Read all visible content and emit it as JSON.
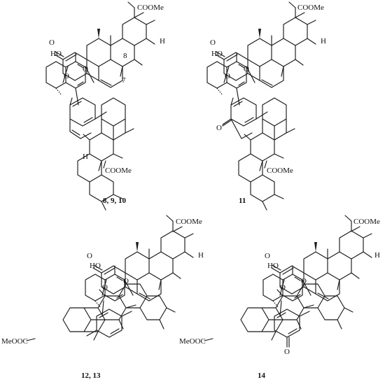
{
  "structures": [
    {
      "id": "s1",
      "label": "8,  9,  10",
      "atoms": {
        "top_ester": "COOMe",
        "bottom_ester": "COOMe",
        "ho": "HO",
        "o_keto": "O",
        "o_ring1": "O",
        "o_ring2": "O",
        "h_top": "H",
        "h_bottom": "H",
        "c8": "8",
        "c7": "7"
      }
    },
    {
      "id": "s2",
      "label": "11",
      "atoms": {
        "top_ester": "COOMe",
        "bottom_ester": "COOMe",
        "ho": "HO",
        "o_keto": "O",
        "o_keto2": "O",
        "o_ring1": "O",
        "o_ring2": "O",
        "h_top": "H"
      }
    },
    {
      "id": "s3",
      "label": "12,  13",
      "atoms": {
        "top_ester": "COOMe",
        "left_ester": "MeOOC",
        "ho": "HO",
        "o_keto": "O",
        "o_ring1": "O",
        "o_ring2": "O",
        "h_top": "H"
      }
    },
    {
      "id": "s4",
      "label": "14",
      "atoms": {
        "top_ester": "COOMe",
        "left_ester": "MeOOC",
        "ho": "HO",
        "o_keto": "O",
        "o_keto2": "O",
        "o_ring1": "O",
        "o_ring2": "O",
        "h_top": "H"
      }
    }
  ]
}
